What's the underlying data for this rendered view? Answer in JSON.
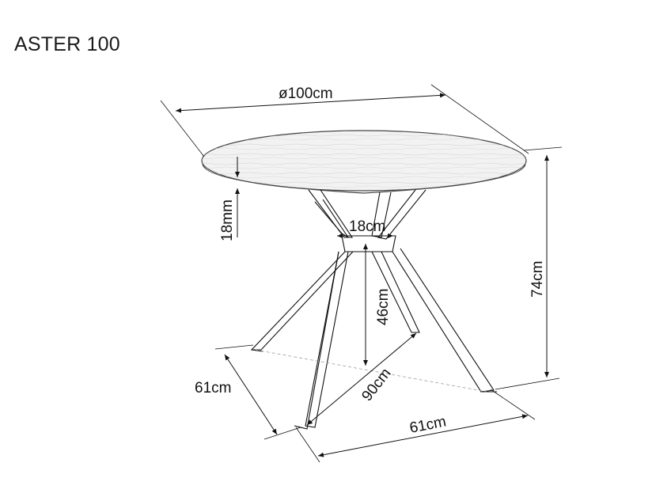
{
  "title": "ASTER 100",
  "dimensions": {
    "diameter": "ø100cm",
    "top_thickness": "18mm",
    "leg_column_width": "18cm",
    "height": "74cm",
    "column_height": "46cm",
    "diagonal": "90cm",
    "depth": "61cm",
    "width": "61cm"
  },
  "colors": {
    "line": "#111111",
    "background": "#ffffff"
  }
}
